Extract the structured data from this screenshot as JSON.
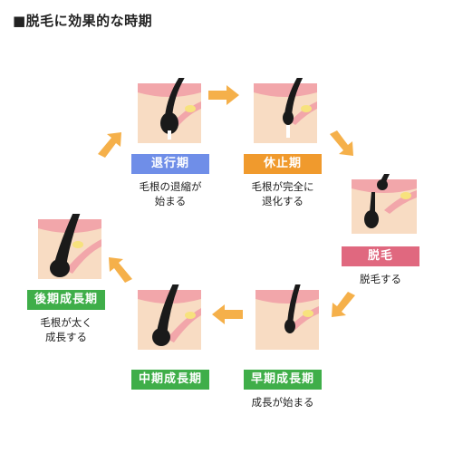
{
  "title": "■脱毛に効果的な時期",
  "colors": {
    "regression": "#6f8ee8",
    "resting": "#f09a2d",
    "removal": "#e0687f",
    "growth": "#3fae49",
    "arrow": "#f5b04a",
    "skin": "#f8dcc3",
    "skin_top": "#f2a6aa",
    "hair": "#1a1a1a"
  },
  "stages": {
    "regression": {
      "label": "退行期",
      "desc": [
        "毛根の退縮が",
        "始まる"
      ]
    },
    "resting": {
      "label": "休止期",
      "desc": [
        "毛根が完全に",
        "退化する"
      ]
    },
    "removal": {
      "label": "脱毛",
      "desc": [
        "脱毛する"
      ]
    },
    "early": {
      "label": "早期成長期",
      "desc": [
        "成長が始まる"
      ]
    },
    "middle": {
      "label": "中期成長期",
      "desc": []
    },
    "late": {
      "label": "後期成長期",
      "desc": [
        "毛根が太く",
        "成長する"
      ]
    }
  }
}
